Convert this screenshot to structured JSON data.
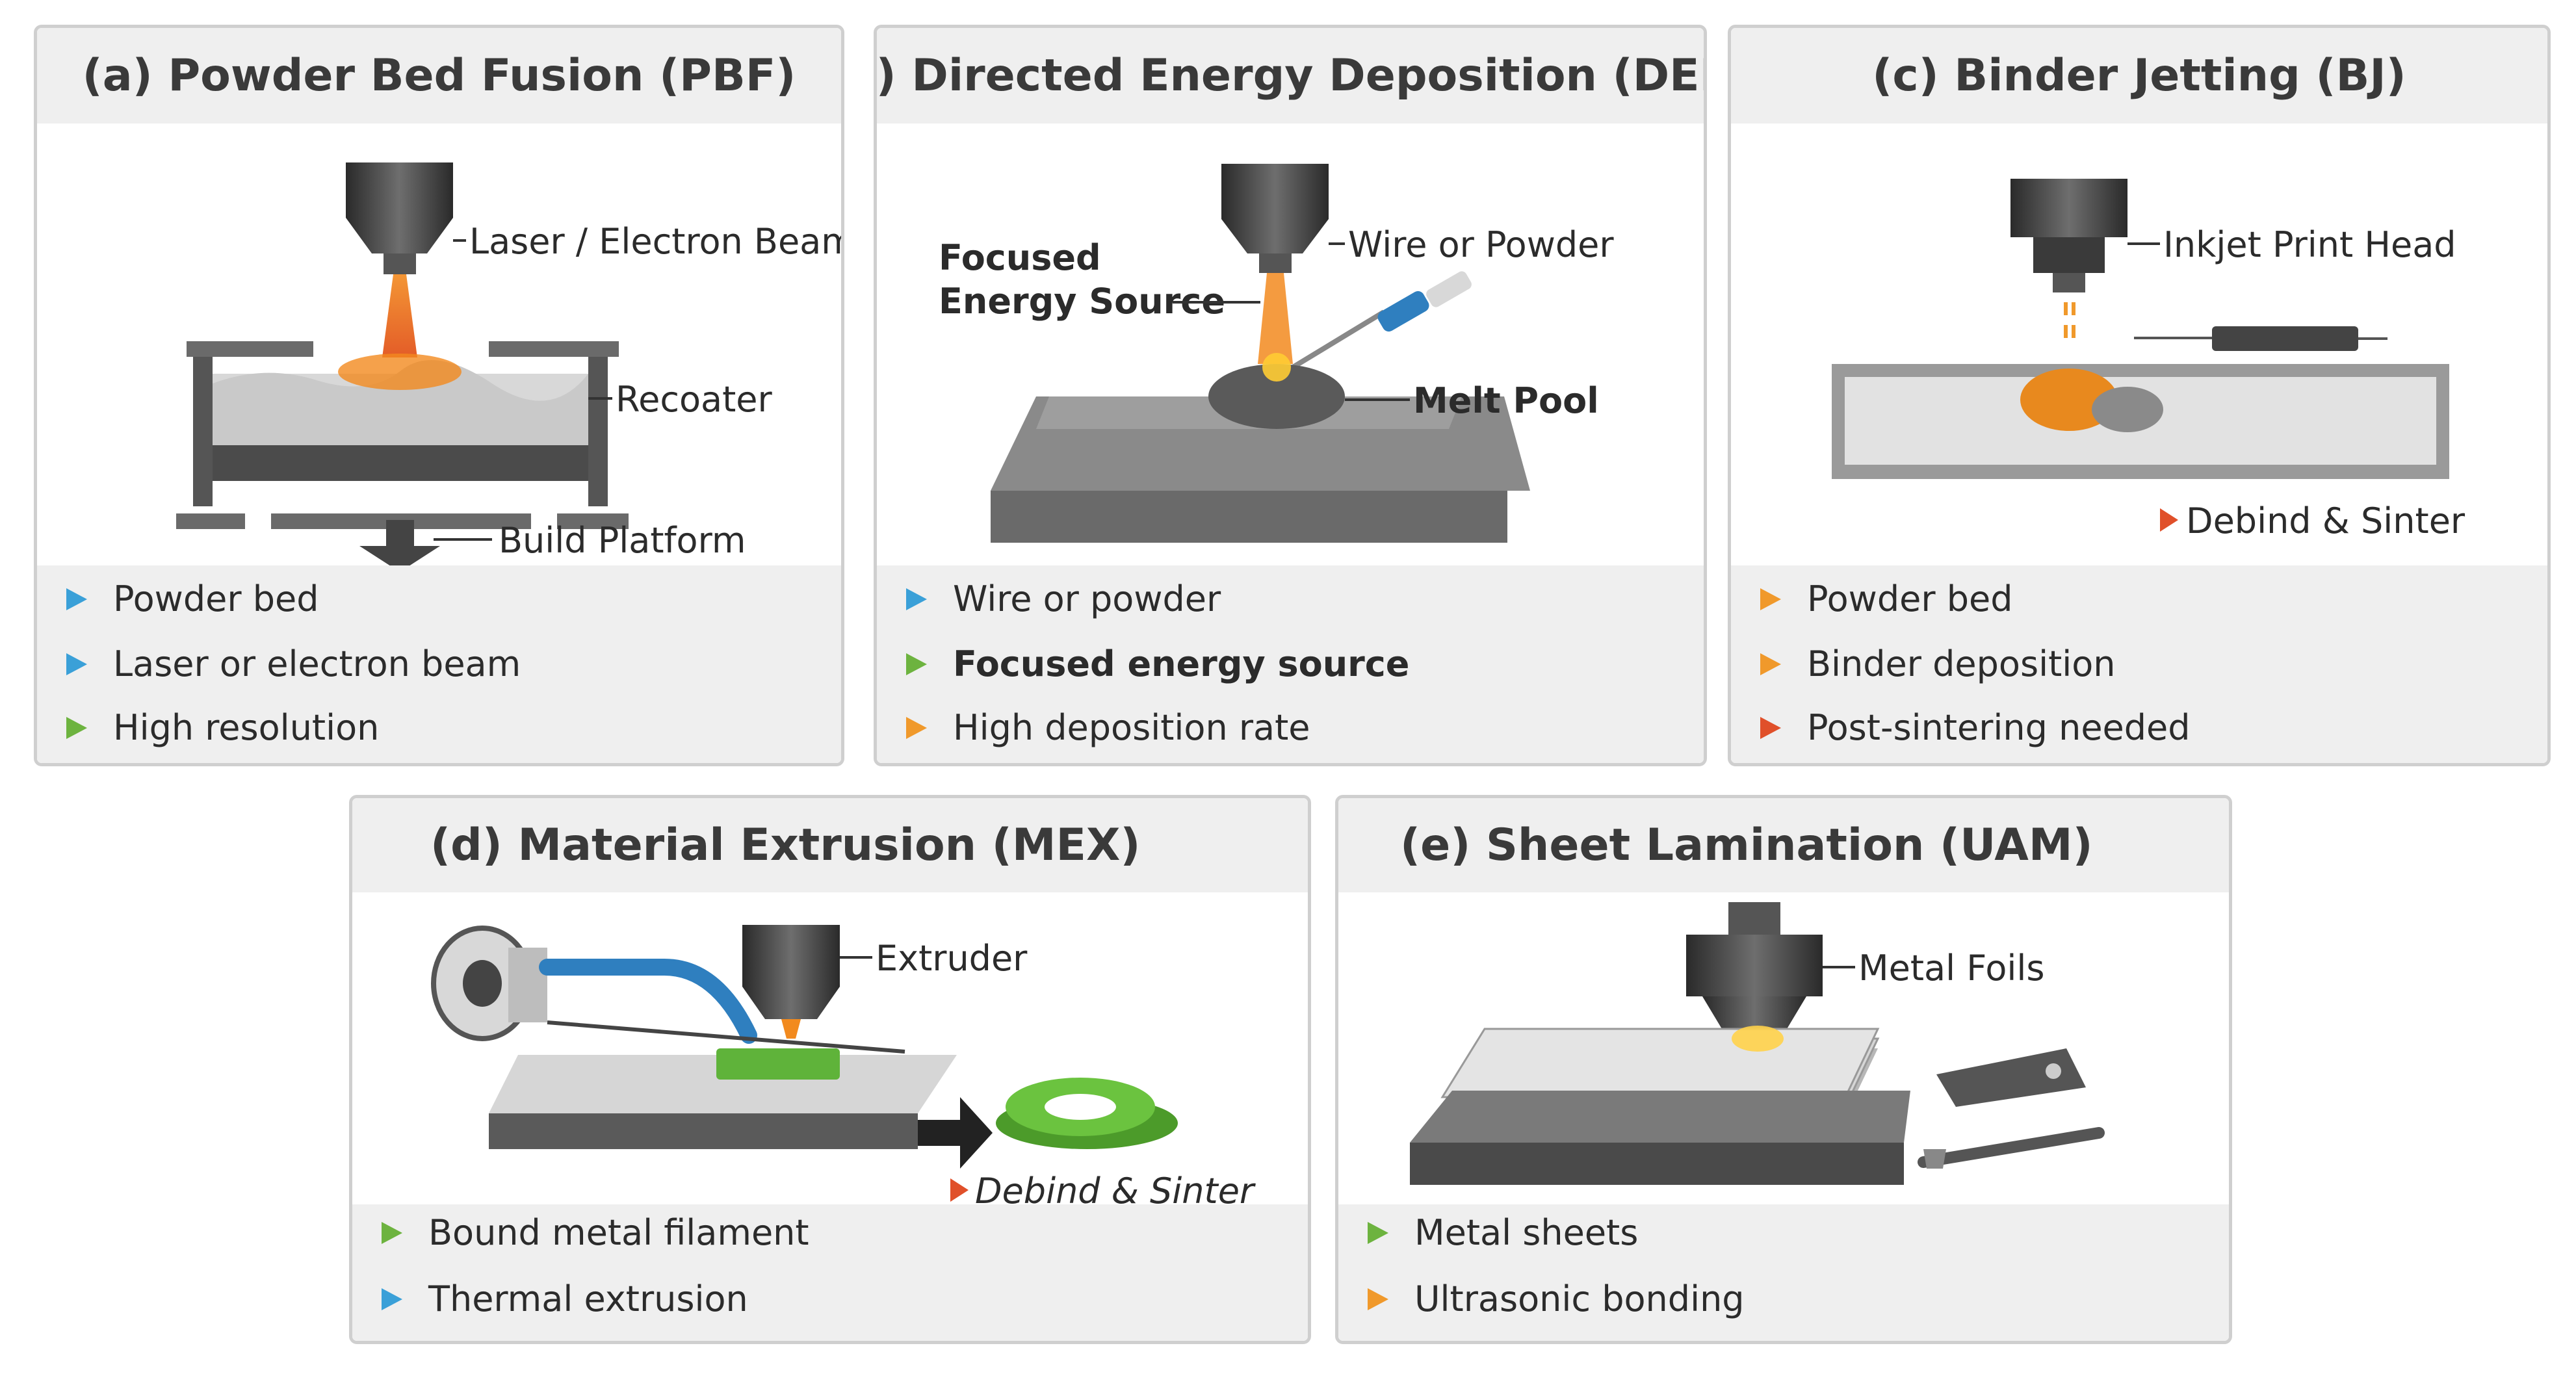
{
  "colors": {
    "panel_border": "#cfcfcf",
    "panel_header_bg": "#efefef",
    "bullet_blue": "#3aa0d8",
    "bullet_green": "#6db33f",
    "bullet_orange": "#f0992b",
    "bullet_red": "#e0502a"
  },
  "panels": {
    "pbf": {
      "title": "(a) Powder Bed Fusion (PBF)",
      "labels": {
        "beam": "Laser / Electron Beam",
        "recoater": "Recoater",
        "platform": "Build Platform"
      },
      "bullets": [
        {
          "text": "Powder bed",
          "color": "blue"
        },
        {
          "text": "Laser or electron beam",
          "color": "blue"
        },
        {
          "text": "High resolution",
          "color": "green"
        }
      ]
    },
    "ded": {
      "title": "(b) Directed Energy Deposition (DED)",
      "labels": {
        "source_line1": "Focused",
        "source_line2": "Energy Source",
        "feed": "Wire or Powder",
        "melt_pool": "Melt Pool"
      },
      "bullets": [
        {
          "text": "Wire or powder",
          "color": "blue"
        },
        {
          "text": "Focused energy source",
          "color": "green"
        },
        {
          "text": "High deposition rate",
          "color": "orange"
        }
      ]
    },
    "bj": {
      "title": "(c) Binder Jetting (BJ)",
      "labels": {
        "head": "Inkjet Print Head",
        "post": "Debind & Sinter"
      },
      "bullets": [
        {
          "text": "Powder bed",
          "color": "orange"
        },
        {
          "text": "Binder deposition",
          "color": "orange"
        },
        {
          "text": "Post-sintering needed",
          "color": "red"
        }
      ]
    },
    "mex": {
      "title": "(d) Material Extrusion (MEX)",
      "labels": {
        "extruder": "Extruder",
        "post": "Debind & Sinter"
      },
      "bullets": [
        {
          "text": "Bound metal filament",
          "color": "green"
        },
        {
          "text": "Thermal extrusion",
          "color": "blue"
        }
      ]
    },
    "uam": {
      "title": "(e) Sheet Lamination (UAM)",
      "labels": {
        "foils": "Metal Foils"
      },
      "bullets": [
        {
          "text": "Metal sheets",
          "color": "green"
        },
        {
          "text": "Ultrasonic bonding",
          "color": "orange"
        }
      ]
    }
  }
}
